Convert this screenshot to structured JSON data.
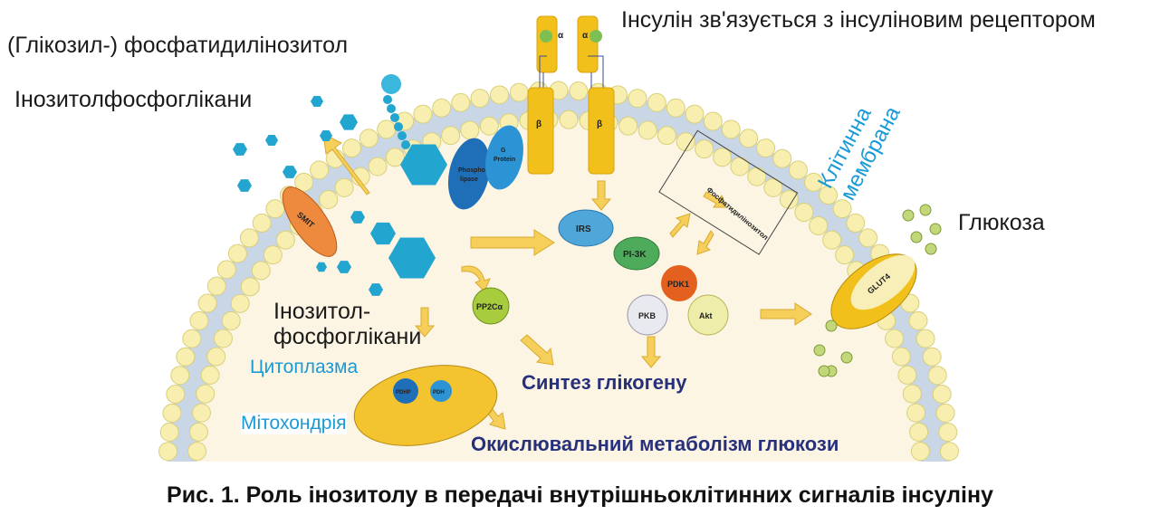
{
  "labels": {
    "insulin_binding": "Інсулін зв'язується з інсуліновим рецептором",
    "glycosyl_pi": "(Глікозил-) фосфатидилінозитол",
    "ipg_top": "Інозитолфосфоглікани",
    "membrane_1": "Клітинна",
    "membrane_2": "мембрана",
    "glucose": "Глюкоза",
    "ipg_mid_1": "Інозитол-",
    "ipg_mid_2": "фосфоглікани",
    "cytoplasm": "Цитоплазма",
    "mitochondria": "Мітохондрія",
    "glycogen": "Синтез глікогену",
    "oxidative": "Окислювальний метаболізм глюкози"
  },
  "molecules": {
    "alpha": "α",
    "beta": "β",
    "phospholipase_1": "Phospho",
    "phospholipase_2": "lipase",
    "g_protein_1": "G",
    "g_protein_2": "Protein",
    "smit": "SMIT",
    "irs": "IRS",
    "pi3k": "PI-3K",
    "pdk1": "PDK1",
    "pkb": "PKB",
    "akt": "Akt",
    "pp2c": "PP2Cα",
    "pdhp": "PDHP",
    "pdh": "PDH",
    "glut4": "GLUT4",
    "pi_box": "Фосфатидилінозитол"
  },
  "caption": "Рис. 1. Роль інозитолу в передачі внутрішньоклітинних сигналів інсуліну",
  "colors": {
    "cytoplasm": "#fdf5e4",
    "lipid": "#f7eeb0",
    "receptor": "#f2c01a",
    "inositol": "#22a5cf",
    "arrow": "#f5cf5a"
  }
}
